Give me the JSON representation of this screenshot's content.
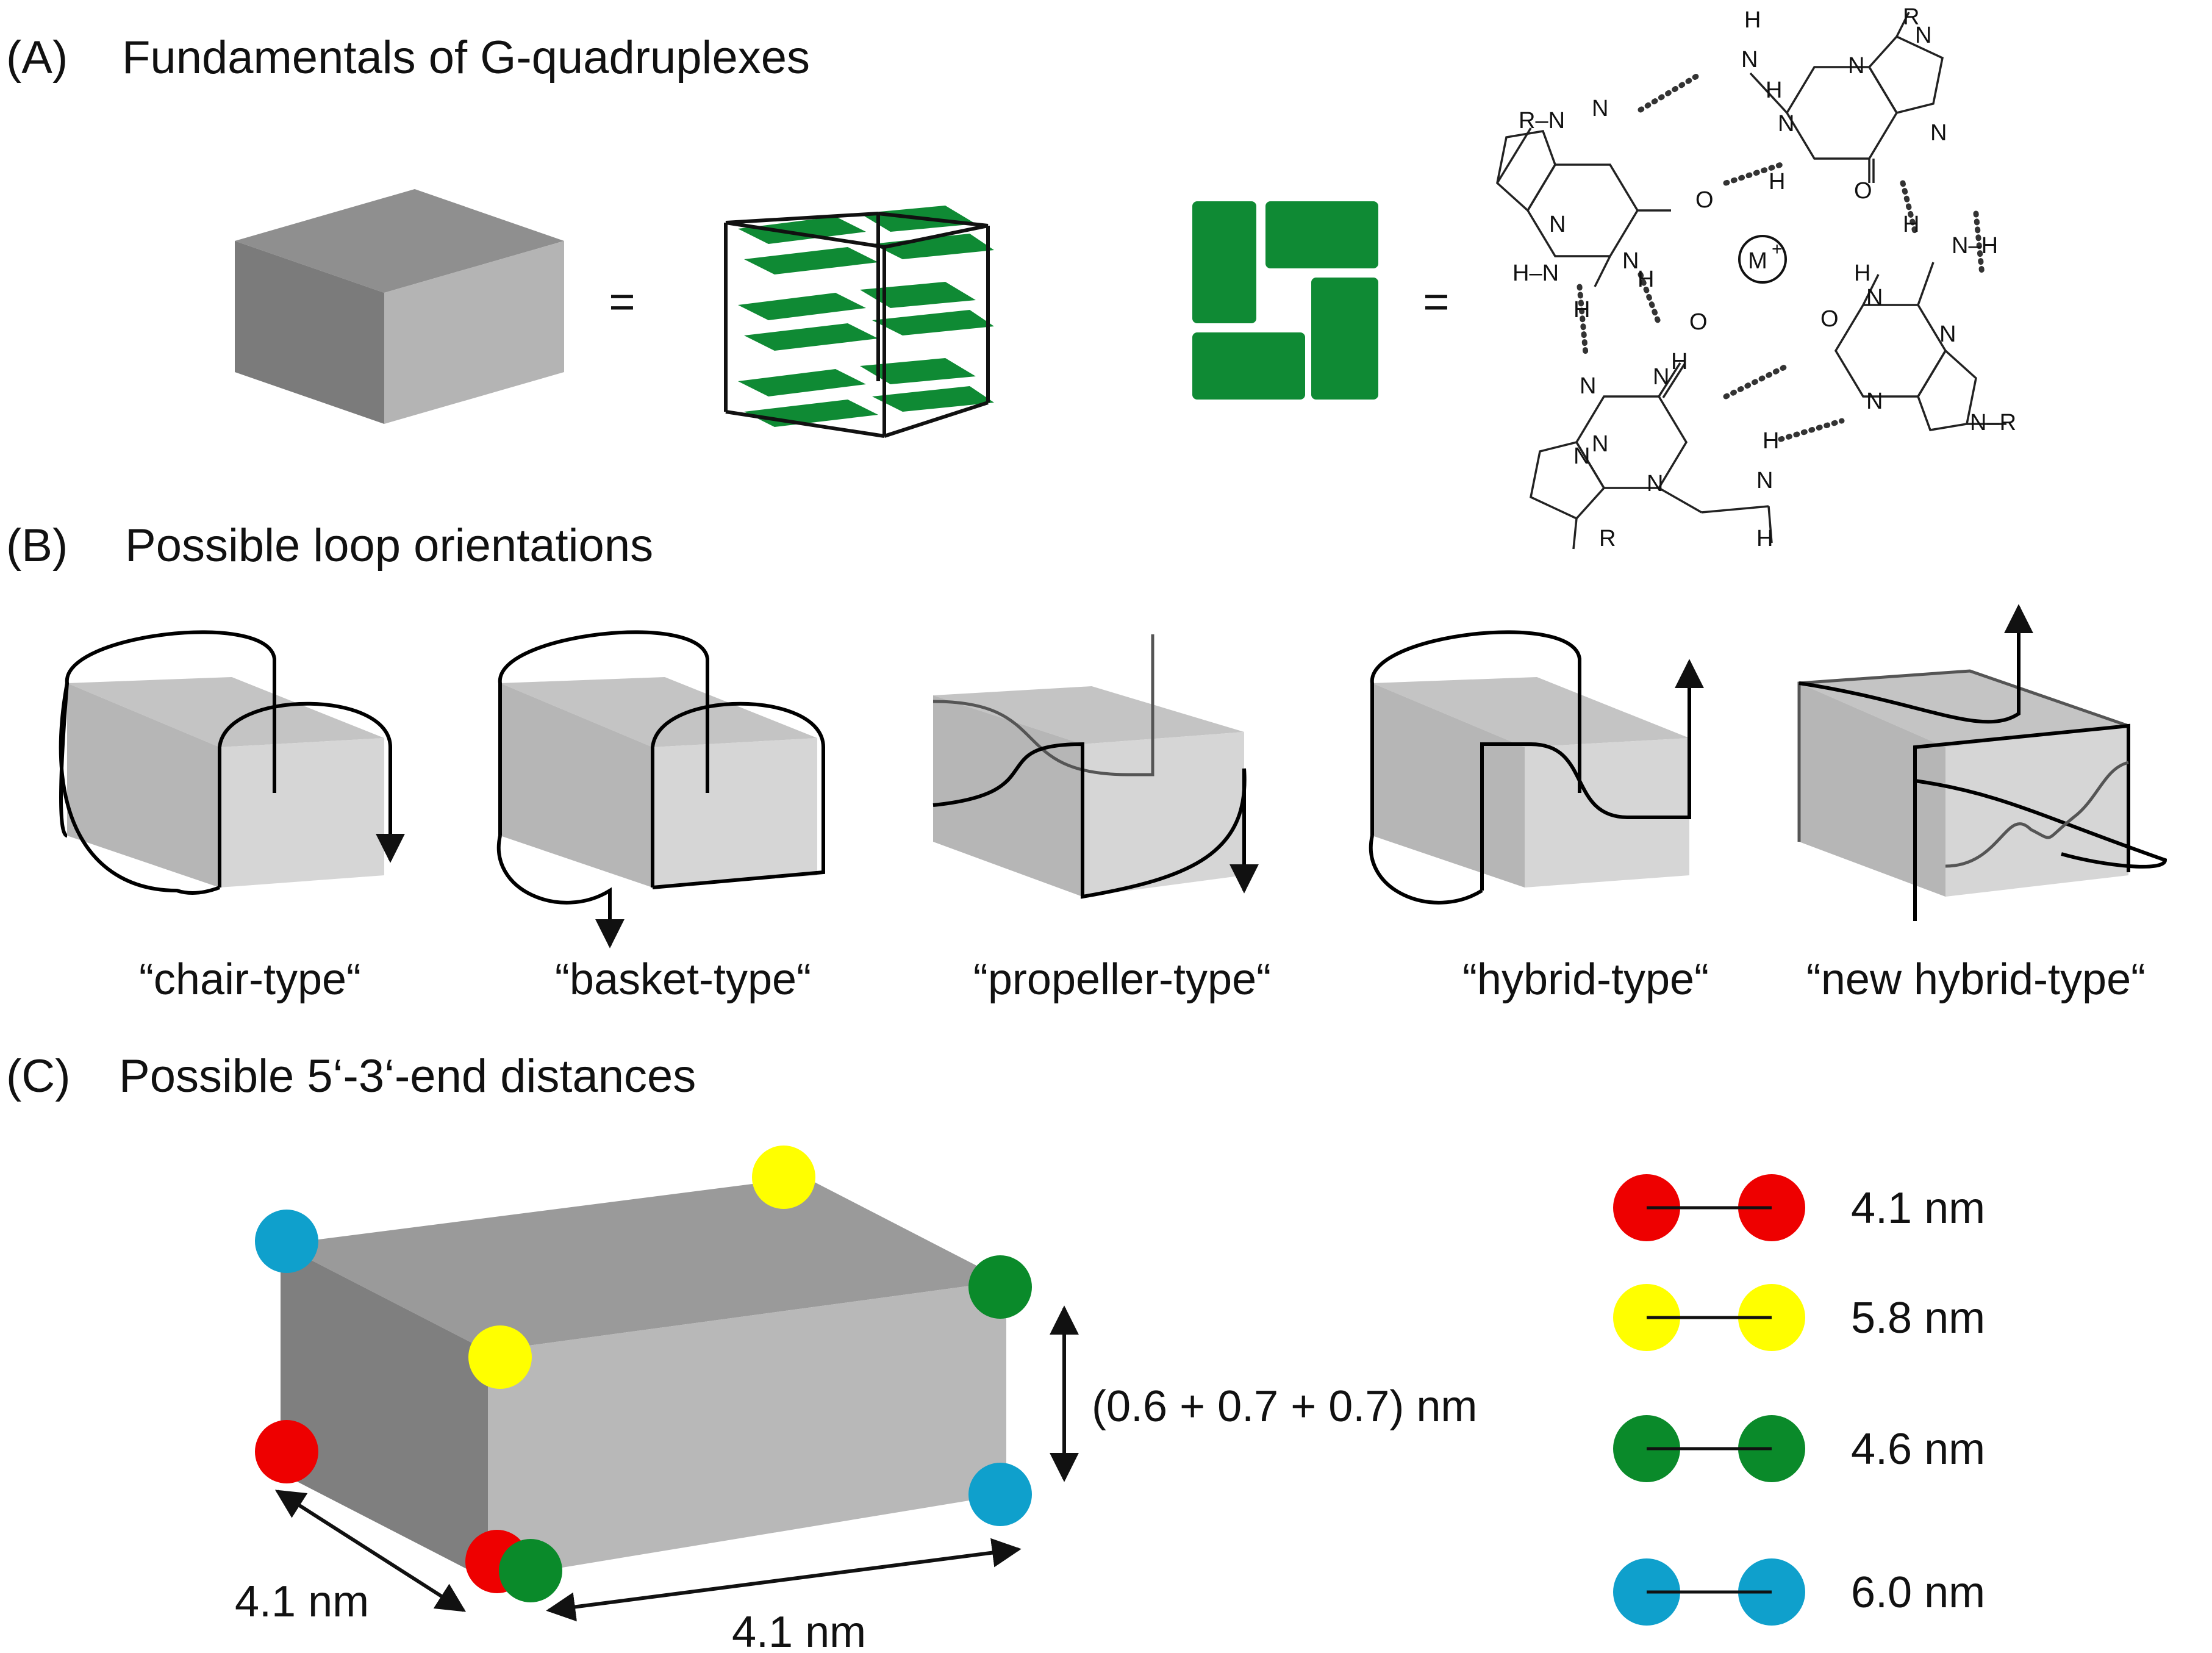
{
  "panels": {
    "a": {
      "letter": "(A)",
      "title": "Fundamentals of G-quadruplexes"
    },
    "b": {
      "letter": "(B)",
      "title": "Possible loop orientations"
    },
    "c": {
      "letter": "(C)",
      "title": "Possible 5‘-3‘-end distances"
    }
  },
  "equals_sign": "=",
  "chemistry": {
    "R": "R",
    "N": "N",
    "H": "H",
    "O": "O",
    "metal": "M",
    "metal_charge": "+",
    "H_N": "H–N",
    "N_H": "N–H",
    "N_R": "N–R",
    "R_N": "R–N"
  },
  "loop_types": [
    {
      "label": "“chair-type“"
    },
    {
      "label": "“basket-type“"
    },
    {
      "label": "“propeller-type“"
    },
    {
      "label": "“hybrid-type“"
    },
    {
      "label": "“new hybrid-type“"
    }
  ],
  "dimensions": {
    "height": "(0.6 + 0.7 + 0.7) nm",
    "depth": "4.1 nm",
    "width": "4.1 nm"
  },
  "legend": [
    {
      "color": "#ee0000",
      "label": "4.1 nm"
    },
    {
      "color": "#ffff00",
      "label": "5.8 nm"
    },
    {
      "color": "#0a8a2a",
      "label": "4.6 nm"
    },
    {
      "color": "#0fa0cc",
      "label": "6.0 nm"
    }
  ],
  "colors": {
    "quartet_green": "#0f8a34",
    "cube_top": "#8f8f8f",
    "cube_front": "#b4b4b4",
    "cube_side": "#7b7b7b",
    "red": "#ee0000",
    "yellow": "#ffff00",
    "green": "#0a8a2a",
    "cyan": "#0fa0cc"
  }
}
